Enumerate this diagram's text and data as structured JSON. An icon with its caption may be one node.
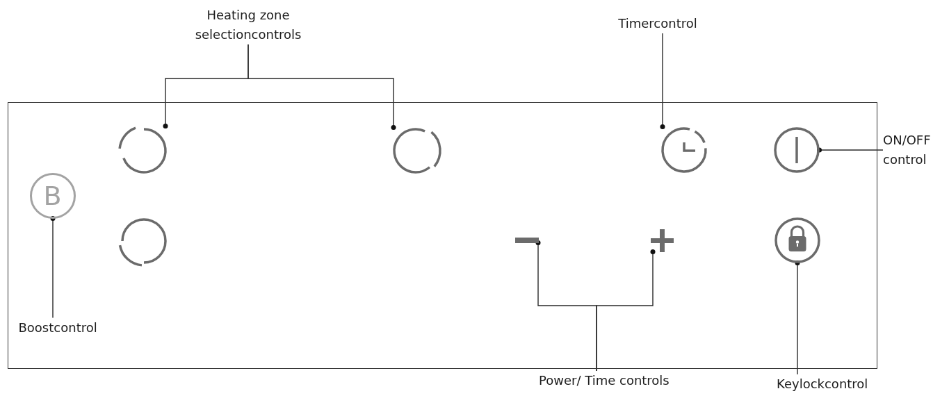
{
  "diagram": {
    "nodes": [
      {
        "text": [
          "Heating zone selectioncontrols"
        ]
      },
      {
        "text": [
          "Timercontrol"
        ]
      },
      {
        "text": [],
        "shape": "box"
      },
      {
        "text": [],
        "shape": "circle",
        "in": 2
      },
      {
        "text": [],
        "shape": "circle",
        "in": 2
      },
      {
        "text": [],
        "shape": "circle",
        "in": 2
      },
      {
        "text": [],
        "shape": "circle",
        "in": 2
      },
      {
        "text": [
          "ON/OFF control"
        ]
      },
      {
        "text": [
          "B"
        ],
        "in": 2
      },
      {
        "text": [],
        "shape": "circle",
        "in": 2
      },
      {
        "text": [],
        "shape": "bar",
        "in": 2
      },
      {
        "text": [],
        "shape": "cross",
        "in": 2
      },
      {
        "text": [],
        "shape": "circle",
        "in": 2
      },
      {
        "text": [
          "Boostcontrol"
        ],
        "in": 2
      },
      {
        "text": [
          "Power/ Time controls"
        ]
      },
      {
        "text": [
          "Keylockcontrol"
        ]
      }
    ],
    "edges": [
      {
        "from": 0,
        "to": 3,
        "arrow": "other"
      },
      {
        "from": 0,
        "to": 4,
        "arrow": "other"
      },
      {
        "from": 1,
        "to": 5,
        "arrow": "other"
      },
      {
        "from": 7,
        "to": 6,
        "arrow": "other"
      },
      {
        "from": 13,
        "to": 8,
        "arrow": "other"
      },
      {
        "from": 14,
        "to": 10,
        "arrow": "other"
      },
      {
        "from": 14,
        "to": 11,
        "arrow": "other"
      },
      {
        "from": 15,
        "to": 12,
        "arrow": "other"
      }
    ]
  }
}
